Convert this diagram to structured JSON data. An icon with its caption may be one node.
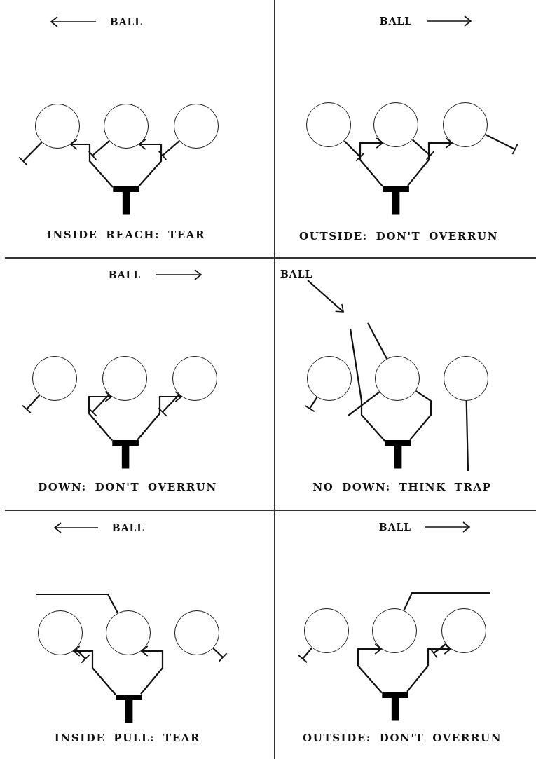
{
  "diagram": {
    "nodes": [
      {
        "text": [],
        "shape": "circle"
      },
      {
        "text": [],
        "shape": "circle"
      },
      {
        "text": [],
        "shape": "circle"
      },
      {
        "text": [
          "T"
        ]
      },
      {
        "text": [],
        "shape": "circle"
      },
      {
        "text": [],
        "shape": "circle"
      },
      {
        "text": [],
        "shape": "circle"
      },
      {
        "text": [
          "T"
        ]
      },
      {
        "text": [],
        "shape": "circle"
      },
      {
        "text": [],
        "shape": "circle"
      },
      {
        "text": [],
        "shape": "circle"
      },
      {
        "text": [
          "T"
        ]
      },
      {
        "text": [
          "BALL"
        ]
      },
      {
        "text": [],
        "shape": "circle"
      },
      {
        "text": [],
        "shape": "circle"
      },
      {
        "text": [],
        "shape": "circle"
      },
      {
        "text": [
          "T"
        ]
      },
      {
        "text": [],
        "shape": "circle"
      },
      {
        "text": [],
        "shape": "circle"
      },
      {
        "text": [],
        "shape": "circle"
      },
      {
        "text": [
          "T"
        ]
      },
      {
        "text": [],
        "shape": "circle"
      },
      {
        "text": [],
        "shape": "circle"
      },
      {
        "text": [],
        "shape": "circle"
      },
      {
        "text": [
          "T"
        ]
      }
    ],
    "edges": [
      {
        "from": 3,
        "to": 0,
        "arrow": "to"
      },
      {
        "from": 3,
        "to": 1,
        "arrow": "to"
      },
      {
        "from": 0,
        "to": null,
        "arrow": "other"
      },
      {
        "from": 1,
        "to": null,
        "arrow": "other"
      },
      {
        "from": 2,
        "to": null,
        "arrow": "other"
      },
      {
        "from": 7,
        "to": 5,
        "arrow": "to"
      },
      {
        "from": 7,
        "to": 6,
        "arrow": "to"
      },
      {
        "from": 4,
        "to": null,
        "arrow": "other"
      },
      {
        "from": 5,
        "to": null,
        "arrow": "other"
      },
      {
        "from": 6,
        "to": null,
        "arrow": "other"
      },
      {
        "from": 11,
        "to": 9,
        "arrow": "to"
      },
      {
        "from": 11,
        "to": 10,
        "arrow": "to"
      },
      {
        "from": 8,
        "to": null,
        "arrow": "other"
      },
      {
        "from": 9,
        "to": null,
        "arrow": "other"
      },
      {
        "from": 10,
        "to": null,
        "arrow": "other"
      },
      {
        "from": 12,
        "to": null,
        "arrow": "to"
      },
      {
        "from": 16,
        "to": null,
        "arrow": "none"
      },
      {
        "from": 16,
        "to": 14,
        "arrow": "none"
      },
      {
        "from": 13,
        "to": null,
        "arrow": "other"
      },
      {
        "from": 14,
        "to": null,
        "arrow": "none"
      },
      {
        "from": 14,
        "to": null,
        "arrow": "none"
      },
      {
        "from": 15,
        "to": null,
        "arrow": "none"
      },
      {
        "from": 20,
        "to": 17,
        "arrow": "to"
      },
      {
        "from": 20,
        "to": 18,
        "arrow": "to"
      },
      {
        "from": 17,
        "to": null,
        "arrow": "other"
      },
      {
        "from": 19,
        "to": null,
        "arrow": "other"
      },
      {
        "from": 18,
        "to": null,
        "arrow": "none"
      },
      {
        "from": 24,
        "to": 22,
        "arrow": "to"
      },
      {
        "from": 24,
        "to": 23,
        "arrow": "to"
      },
      {
        "from": 21,
        "to": null,
        "arrow": "other"
      },
      {
        "from": 23,
        "to": null,
        "arrow": "other"
      },
      {
        "from": 22,
        "to": null,
        "arrow": "none"
      }
    ],
    "labels": [
      "BALL",
      "BALL",
      "INSIDE REACH: TEAR",
      "OUTSIDE: DON'T OVERRUN",
      "BALL",
      "DOWN: DON'T OVERRUN",
      "NO DOWN: THINK TRAP",
      "BALL",
      "BALL",
      "INSIDE PULL: TEAR",
      "OUTSIDE: DON'T OVERRUN"
    ]
  }
}
